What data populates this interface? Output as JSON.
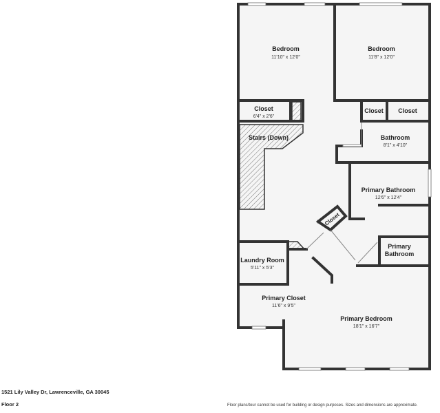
{
  "rooms": {
    "bedroom_1": {
      "name": "Bedroom",
      "dims": "11'10\" x 12'0\""
    },
    "bedroom_2": {
      "name": "Bedroom",
      "dims": "11'8\" x 12'0\""
    },
    "closet_hall": {
      "name": "Closet",
      "dims": "6'4\" x 2'6\""
    },
    "closet_small_1": {
      "name": "Closet"
    },
    "closet_small_2": {
      "name": "Closet"
    },
    "stairs": {
      "name": "Stairs (Down)"
    },
    "bathroom": {
      "name": "Bathroom",
      "dims": "8'1\" x 4'10\""
    },
    "primary_bathroom": {
      "name": "Primary Bathroom",
      "dims": "12'6\" x 12'4\""
    },
    "closet_diag": {
      "name": "Closet"
    },
    "primary_bathroom_2": {
      "line1": "Primary",
      "line2": "Bathroom"
    },
    "laundry": {
      "name": "Laundry Room",
      "dims": "5'11\" x 5'3\""
    },
    "primary_closet": {
      "name": "Primary Closet",
      "dims": "11'6\" x 9'5\""
    },
    "primary_bedroom": {
      "name": "Primary Bedroom",
      "dims": "18'1\" x 16'7\""
    }
  },
  "footer": {
    "address": "1521 Lily Valley Dr, Lawrenceville, GA 30045",
    "floor": "Floor 2",
    "disclaimer": "Floor plans/tour cannot be used for building or design purposes. Sizes and dimensions are approximate."
  },
  "colors": {
    "wall": "#333333",
    "floor_fill": "#f5f5f5",
    "background": "#ffffff",
    "hatch": "#666666"
  }
}
